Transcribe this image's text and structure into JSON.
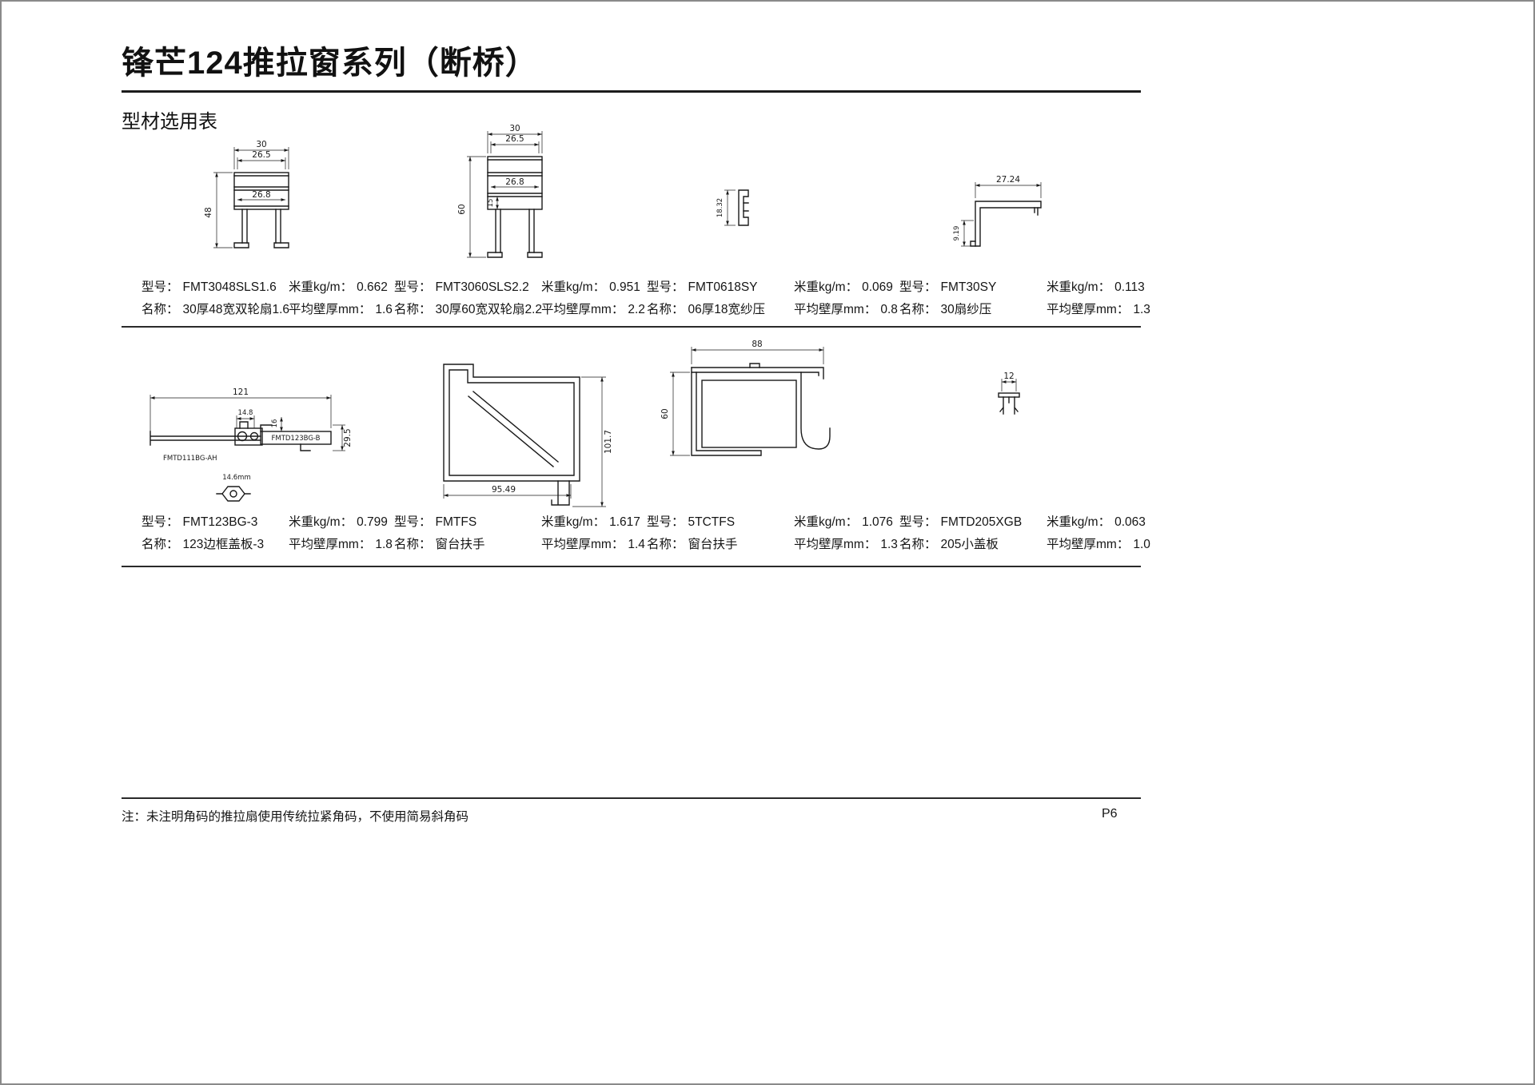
{
  "page": {
    "title": "锋芒124推拉窗系列（断桥）",
    "subtitle": "型材选用表",
    "footer_note": "注：未注明角码的推拉扇使用传统拉紧角码，不使用简易斜角码",
    "page_number": "P6"
  },
  "labels": {
    "model": "型号：",
    "weight": "米重kg/m：",
    "name": "名称：",
    "thickness": "平均壁厚mm："
  },
  "profiles_row1": [
    {
      "model": "FMT3048SLS1.6",
      "weight": "0.662",
      "name": "30厚48宽双轮扇1.6",
      "thickness": "1.6",
      "dims": {
        "width": "30",
        "inner": "26.5",
        "mid": "26.8",
        "height": "48"
      }
    },
    {
      "model": "FMT3060SLS2.2",
      "weight": "0.951",
      "name": "30厚60宽双轮扇2.2",
      "thickness": "2.2",
      "dims": {
        "width": "30",
        "inner": "26.5",
        "mid": "26.8",
        "height": "60",
        "sub": "15"
      }
    },
    {
      "model": "FMT0618SY",
      "weight": "0.069",
      "name": "06厚18宽纱压",
      "thickness": "0.8",
      "dims": {
        "height": "18.32"
      }
    },
    {
      "model": "FMT30SY",
      "weight": "0.113",
      "name": "30扇纱压",
      "thickness": "1.3",
      "dims": {
        "width": "27.24",
        "height": "9.19"
      }
    }
  ],
  "profiles_row2": [
    {
      "model": "FMT123BG-3",
      "weight": "0.799",
      "name": "123边框盖板-3",
      "thickness": "1.8",
      "dims": {
        "width": "121",
        "conn": "14.8",
        "tab": "16",
        "side": "29.5",
        "part_left": "FMTD111BG-AH",
        "part_right": "FMTD123BG-B",
        "clip": "14.6mm"
      }
    },
    {
      "model": "FMTFS",
      "weight": "1.617",
      "name": "窗台扶手",
      "thickness": "1.4",
      "dims": {
        "height": "101.7",
        "width": "95.49"
      }
    },
    {
      "model": "5TCTFS",
      "weight": "1.076",
      "name": "窗台扶手",
      "thickness": "1.3",
      "dims": {
        "width": "88",
        "height": "60"
      }
    },
    {
      "model": "FMTD205XGB",
      "weight": "0.063",
      "name": "205小盖板",
      "thickness": "1.0",
      "dims": {
        "width": "12"
      }
    }
  ]
}
